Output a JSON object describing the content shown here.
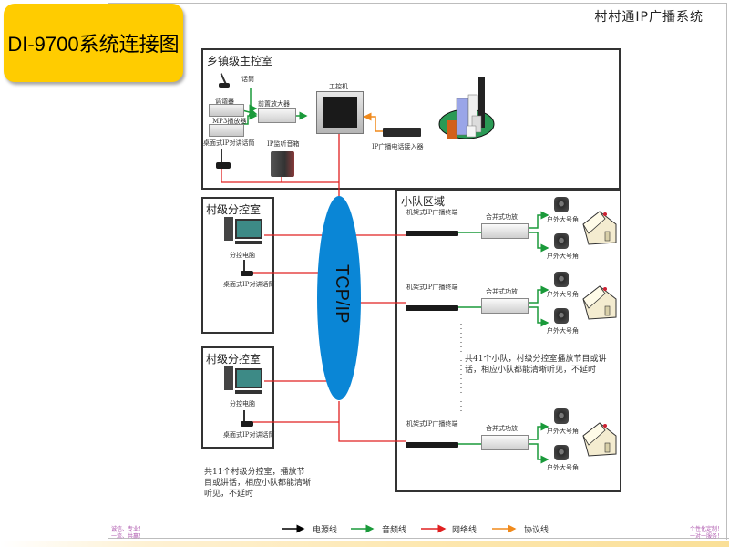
{
  "header": {
    "badge_title": "DI-9700系统连接图",
    "system_title": "村村通IP广播系统"
  },
  "town_room": {
    "label": "乡镇级主控室",
    "devices": {
      "mic": "话筒",
      "tuner": "调谐器",
      "mp3": "MP3播放器",
      "desk_mic": "桌面式IP对讲话筒",
      "preamp": "前置放大器",
      "ipc": "工控机",
      "monitor_speaker": "IP监听音箱",
      "phone_gateway": "IP广播电话接入器"
    }
  },
  "village_rooms": [
    {
      "label": "村级分控室",
      "pc": "分控电脑",
      "desk_mic": "桌面式IP对讲话筒"
    },
    {
      "label": "村级分控室",
      "pc": "分控电脑",
      "desk_mic": "桌面式IP对讲话筒"
    }
  ],
  "village_note": "共11个村级分控室，播放节目或讲话，相应小队都能清晰听见，不延时",
  "network": {
    "label": "TCP/IP",
    "color": "#0a86d6"
  },
  "team_area": {
    "label": "小队区域",
    "rows": [
      {
        "terminal": "机架式IP广播终端",
        "amp": "合并式功放",
        "horn_top": "户外大号角",
        "horn_bottom": "户外大号角"
      },
      {
        "terminal": "机架式IP广播终端",
        "amp": "合并式功放",
        "horn_top": "户外大号角",
        "horn_bottom": "户外大号角"
      },
      {
        "terminal": "机架式IP广播终端",
        "amp": "合并式功放",
        "horn_top": "户外大号角",
        "horn_bottom": "户外大号角"
      }
    ],
    "note": "共41个小队，村级分控室播放节目或讲话，相应小队都能清晰听见，不延时"
  },
  "legend": [
    {
      "label": "电源线",
      "color": "#000000"
    },
    {
      "label": "音频线",
      "color": "#1a9a3a"
    },
    {
      "label": "网络线",
      "color": "#e02020"
    },
    {
      "label": "协议线",
      "color": "#f08a1c"
    }
  ],
  "slogans": {
    "left": [
      "诚信、专业！",
      "一流、共赢！"
    ],
    "right": [
      "个性化定制！",
      "一对一服务！"
    ]
  }
}
